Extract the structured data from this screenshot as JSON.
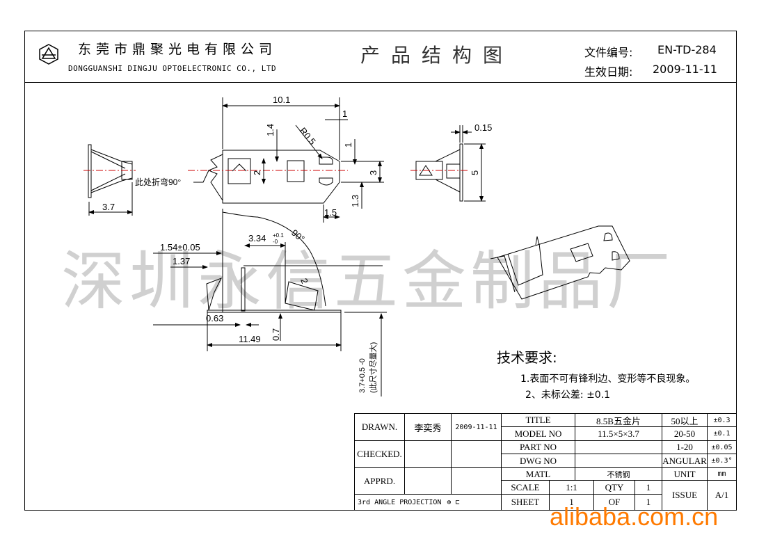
{
  "header": {
    "company_cn": "东莞市鼎聚光电有限公司",
    "company_en": "DONGGUANSHI DINGJU OPTOELECTRONIC CO., LTD",
    "doc_title": "产品结构图",
    "file_no_label": "文件编号:",
    "file_no": "EN-TD-284",
    "effective_date_label": "生效日期:",
    "effective_date": "2009-11-11"
  },
  "dimensions": {
    "top_length": "10.1",
    "top_tab": "1",
    "radius": "R0.5",
    "d_1_4": "1.4",
    "d_1_right": "1",
    "d_2": "2",
    "d_3": "3",
    "d_1_3": "1.3",
    "d_1_5": "1.5",
    "bend_note": "此处折弯90°",
    "left_width": "3.7",
    "right_thickness": "0.15",
    "right_height": "5",
    "side_1_54": "1.54±0.05",
    "side_1_37": "1.37",
    "side_3_34": "3.34",
    "side_3_34_tol_upper": "+0.1",
    "side_3_34_tol_lower": "-0",
    "side_angle": "90°",
    "side_2": "2",
    "side_0_63": "0.63",
    "side_11_49": "11.49",
    "side_0_7": "0.7",
    "side_height": "3.7+0.5 -0",
    "side_height_note": "(此尺寸尽量大)"
  },
  "requirements": {
    "title": "技术要求:",
    "items": [
      "1.表面不可有锋利边、变形等不良现象。",
      "2、未标公差: ±0.1"
    ]
  },
  "title_block": {
    "drawn_label": "DRAWN.",
    "drawn_name": "李奕秀",
    "drawn_date": "2009-11-11",
    "checked_label": "CHECKED.",
    "apprd_label": "APPRD.",
    "projection": "3rd ANGLE  PROJECTION",
    "title_label": "TITLE",
    "title_value": "8.5B五金片",
    "model_label": "MODEL NO",
    "model_value": "11.5×5×3.7",
    "part_label": "PART NO",
    "dwg_label": "DWG NO",
    "matl_label": "MATL",
    "matl_value": "不锈钢",
    "scale_label": "SCALE",
    "scale_value": "1:1",
    "qty_label": "QTY",
    "qty_value": "1",
    "sheet_label": "SHEET",
    "sheet_value": "1",
    "of_label": "OF",
    "of_value": "1",
    "tol": [
      {
        "range": "50以上",
        "value": "±0.3"
      },
      {
        "range": "20-50",
        "value": "±0.1"
      },
      {
        "range": "1-20",
        "value": "±0.05"
      },
      {
        "range": "ANGULAR",
        "value": "±0.3°"
      }
    ],
    "unit_label": "UNIT",
    "unit_value": "mm",
    "issue_label": "ISSUE",
    "issue_value": "A/1"
  },
  "watermark": "深圳永信五金制品厂",
  "site_watermark": "alibaba.com.cn",
  "colors": {
    "centerline": "#cc0000",
    "site_watermark": "#ff7a00"
  }
}
